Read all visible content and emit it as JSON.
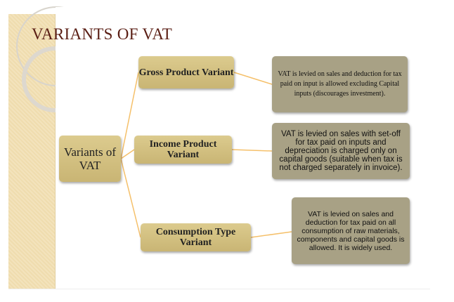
{
  "title": "VARIANTS OF VAT",
  "root": "Variants of VAT",
  "variants": [
    {
      "name": "Gross Product Variant",
      "description": "VAT is levied on sales and deduction for tax paid on input is allowed excluding Capital inputs (discourages investment)."
    },
    {
      "name": "Income Product Variant",
      "description": "VAT is levied on sales with set-off for tax paid on inputs and depreciation is charged only on capital goods (suitable when tax is not charged separately in invoice)."
    },
    {
      "name": "Consumption Type Variant",
      "description": "VAT is levied on sales and deduction for tax paid on all consumption of raw materials, components and capital goods is allowed.  It is widely used."
    }
  ],
  "colors": {
    "connector": "#f5c06a",
    "title": "#5a1e14",
    "node": "#d3c184",
    "description": "#a8a185"
  }
}
